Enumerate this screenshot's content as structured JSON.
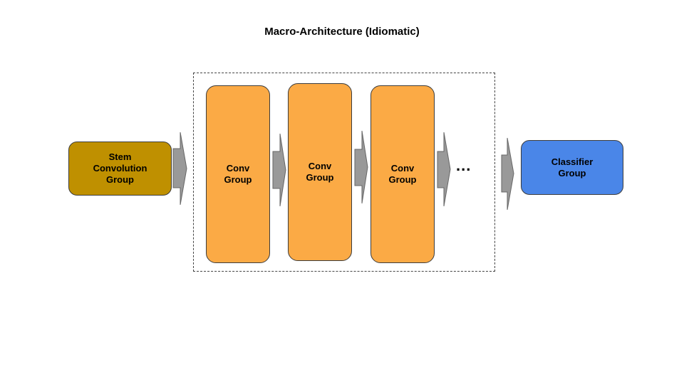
{
  "title": "Macro-Architecture (Idiomatic)",
  "stem": {
    "label": "Stem\nConvolution\nGroup",
    "color": "#bf9000"
  },
  "conv_groups": [
    {
      "label": "Conv\nGroup"
    },
    {
      "label": "Conv\nGroup"
    },
    {
      "label": "Conv\nGroup"
    }
  ],
  "continuation": "...",
  "classifier": {
    "label": "Classifier\nGroup",
    "color": "#4a86e8"
  },
  "colors": {
    "conv": "#fbaa45",
    "arrow": "#999999"
  }
}
